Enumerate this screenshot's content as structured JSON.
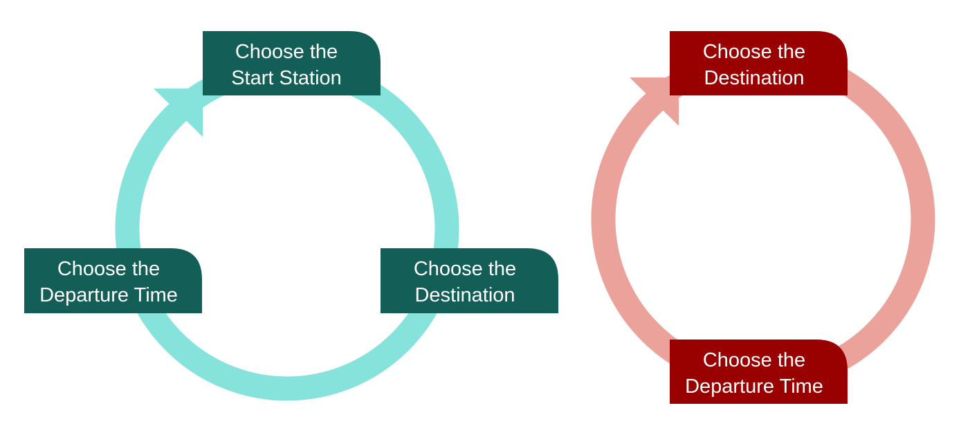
{
  "colors": {
    "left_ring": "#85E3DB",
    "left_box": "#135E57",
    "right_ring": "#EBA29B",
    "right_box": "#990000",
    "box_text": "#FFFFFF"
  },
  "left_cycle": {
    "start_station": {
      "line1": "Choose the",
      "line2": "Start Station"
    },
    "destination": {
      "line1": "Choose the",
      "line2": "Destination"
    },
    "departure_time": {
      "line1": "Choose the",
      "line2": "Departure Time"
    }
  },
  "right_cycle": {
    "destination": {
      "line1": "Choose the",
      "line2": "Destination"
    },
    "departure_time": {
      "line1": "Choose the",
      "line2": "Departure Time"
    }
  }
}
